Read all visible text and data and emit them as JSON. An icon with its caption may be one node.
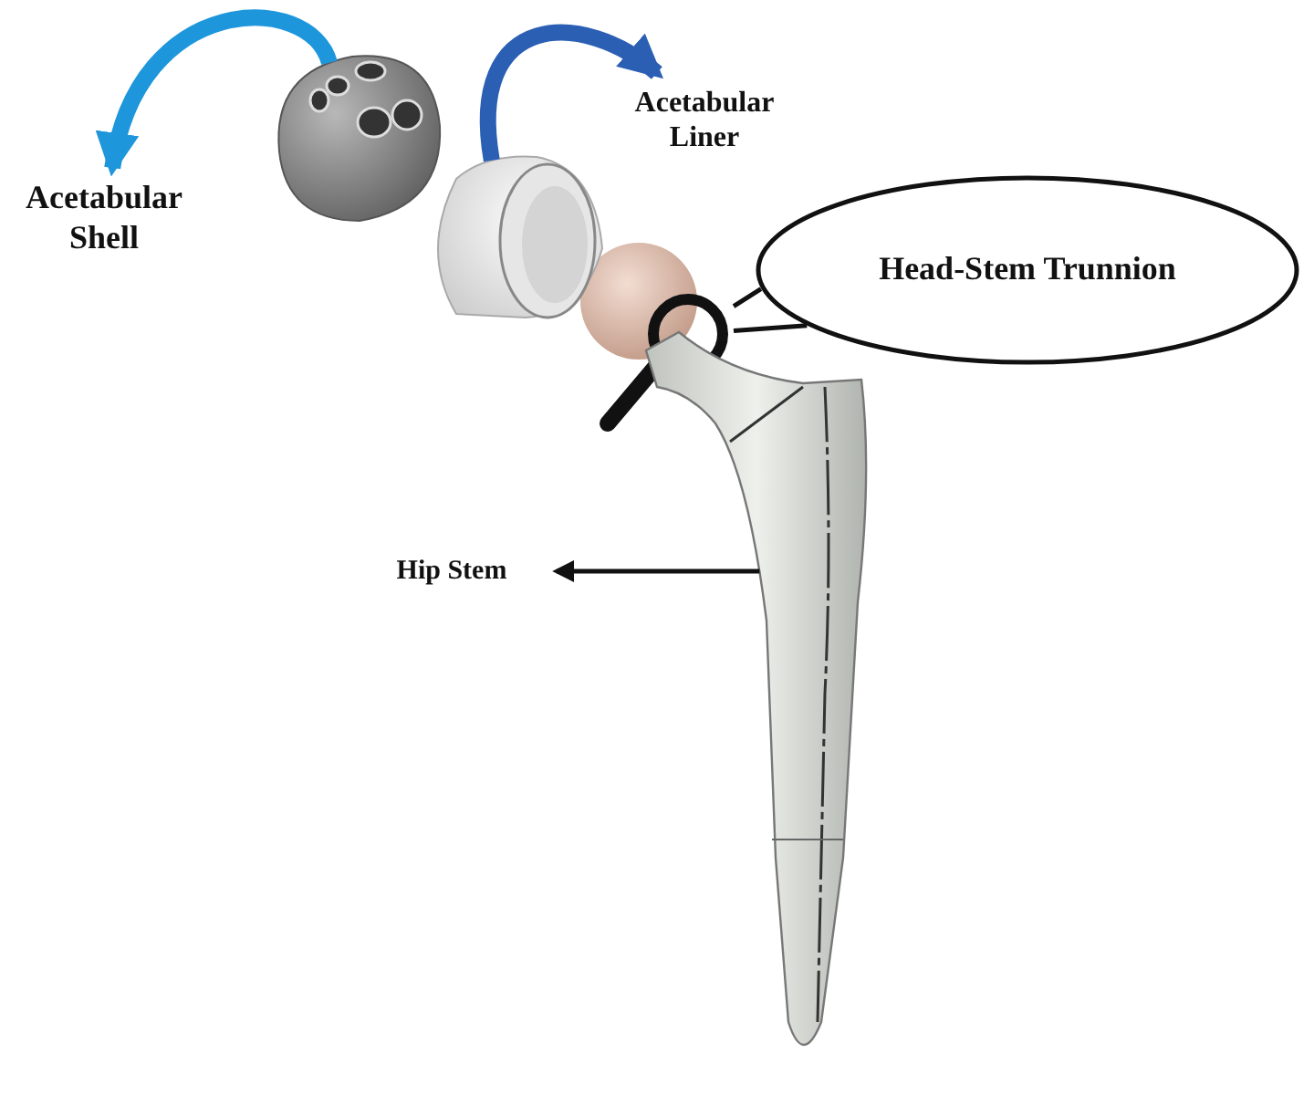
{
  "diagram": {
    "nodes": [
      {
        "text": [
          "Acetabular Shell"
        ]
      },
      {
        "text": [],
        "shape": "picture"
      },
      {
        "text": [
          "Acetabular Liner"
        ]
      },
      {
        "text": [],
        "shape": "picture"
      },
      {
        "text": [
          "Head-Stem Trunnion"
        ]
      },
      {
        "text": [],
        "shape": "picture"
      },
      {
        "text": [
          "Hip Stem"
        ]
      },
      {
        "text": [],
        "shape": "picture"
      }
    ],
    "edges": [
      {
        "from": 1,
        "to": 0,
        "arrow": "to",
        "style": "thick",
        "color": "#1e96dc"
      },
      {
        "from": 3,
        "to": 2,
        "arrow": "to",
        "style": "thick",
        "color": "#2b5fb4"
      },
      {
        "from": 4,
        "to": 5,
        "arrow": "none"
      },
      {
        "from": 4,
        "to": 5,
        "arrow": "none"
      },
      {
        "from": 7,
        "to": 6,
        "arrow": "to"
      }
    ]
  }
}
